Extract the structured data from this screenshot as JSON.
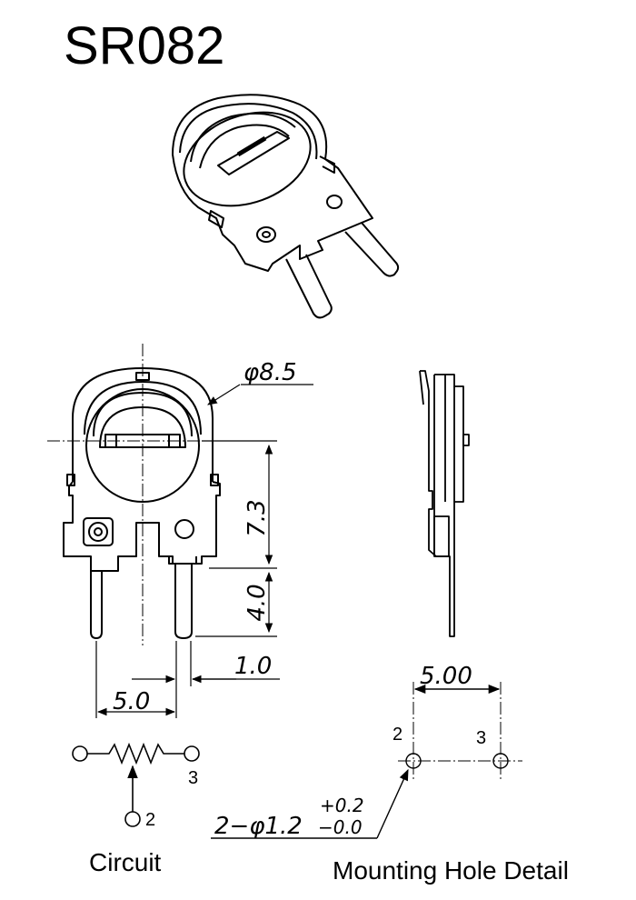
{
  "title": "SR082",
  "front_view": {
    "diameter_label": "φ8.5",
    "height_upper_label": "7.3",
    "height_lower_label": "4.0",
    "pin_width_label": "1.0",
    "pin_pitch_label": "5.0"
  },
  "circuit": {
    "caption": "Circuit",
    "pin_wiper_label": "2",
    "pin_end_label": "3"
  },
  "mounting": {
    "caption": "Mounting Hole Detail",
    "pitch_label": "5.00",
    "hole_left_label": "2",
    "hole_right_label": "3",
    "hole_spec_label": "2−φ1.2",
    "tol_plus_label": "+0.2",
    "tol_minus_label": "−0.0"
  }
}
